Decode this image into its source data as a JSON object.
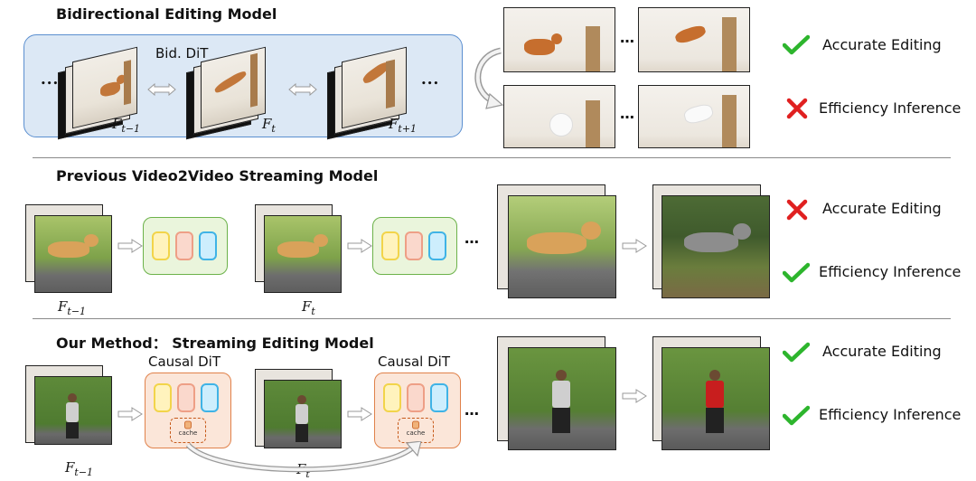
{
  "sections": {
    "bidirectional": {
      "title": "Bidirectional Editing Model",
      "box_label": "Bid. DiT",
      "frame_labels": {
        "prev": "F",
        "prev_sub": "t−1",
        "cur": "F",
        "cur_sub": "t",
        "next": "F",
        "next_sub": "t+1"
      },
      "results": [
        {
          "label": "Accurate Editing",
          "status": "check"
        },
        {
          "label": "Efficiency Inference",
          "status": "cross"
        }
      ]
    },
    "previous": {
      "title": "Previous Video2Video Streaming Model",
      "frame_labels": {
        "prev": "F",
        "prev_sub": "t−1",
        "cur": "F",
        "cur_sub": "t"
      },
      "results": [
        {
          "label": "Accurate Editing",
          "status": "cross"
        },
        {
          "label": "Efficiency Inference",
          "status": "check"
        }
      ]
    },
    "ours": {
      "title": "Our Method： Streaming Editing Model",
      "box_label": "Causal DiT",
      "cache_label": "cache",
      "frame_labels": {
        "prev": "F",
        "prev_sub": "t−1",
        "cur": "F",
        "cur_sub": "t"
      },
      "results": [
        {
          "label": "Accurate Editing",
          "status": "check"
        },
        {
          "label": "Efficiency Inference",
          "status": "check"
        }
      ]
    }
  },
  "ellipsis": "…",
  "ellipsis_bold": "•••",
  "colors": {
    "check": "#2db52d",
    "cross": "#e02020",
    "blue_box": "#dce8f5",
    "blue_border": "#5b8fd0",
    "green_box": "#eaf5dc",
    "green_border": "#6cb24a",
    "orange_box": "#fbe6d9",
    "orange_border": "#e0814a",
    "yellow": "#f2d44a",
    "salmon": "#ee9f86",
    "cyan": "#3fb3e6"
  },
  "icons": {
    "check": "check-icon",
    "cross": "cross-icon",
    "arrow": "arrow-right-icon",
    "bidir": "double-arrow-icon",
    "cache": "cache-icon"
  }
}
